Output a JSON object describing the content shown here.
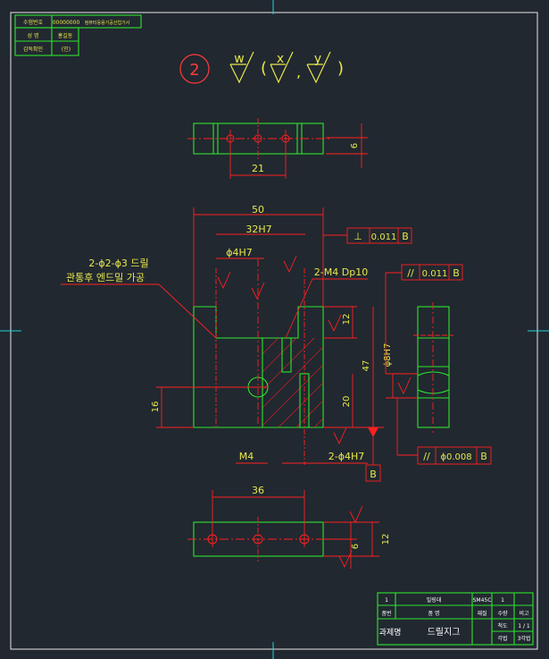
{
  "header_table": {
    "rows": [
      {
        "label": "수험번호",
        "value": "00000000"
      },
      {
        "label": "성 명",
        "value": "홍길동"
      },
      {
        "label": "감독확인",
        "value": "(인)"
      }
    ],
    "top_right": "컴퓨터응용가공산업기사"
  },
  "roughness": {
    "circled": "2",
    "main": "w",
    "list": [
      "x",
      "y"
    ]
  },
  "dimensions": {
    "top_21": "21",
    "top_6": "6",
    "width_50": "50",
    "width_32h7": "32H7",
    "phi4h7_top": "ϕ4H7",
    "drill_note_1": "2-ϕ2-ϕ3 드릴",
    "drill_note_2": "관통후 엔드밀 가공",
    "tap_note": "2-M4 Dp10",
    "dim_12": "12",
    "dim_47": "47",
    "dim_20": "20",
    "dim_16": "16",
    "dim_phi8h7": "ϕ8H7",
    "dim_m4": "M4",
    "dim_2phi4h7": "2-ϕ4H7",
    "dim_36": "36",
    "dim_6b": "6",
    "dim_12b": "12"
  },
  "tolerance_frames": {
    "perp": {
      "symbol": "⊥",
      "value": "0.011",
      "datum": "B"
    },
    "parallel1": {
      "symbol": "//",
      "value": "0.011",
      "datum": "B"
    },
    "parallel2": {
      "symbol": "//",
      "value": "ϕ0.008",
      "datum": "B"
    },
    "datum_box": "B"
  },
  "title_block": {
    "row1": [
      "1",
      "밀링대",
      "SM45C",
      "1"
    ],
    "row2": [
      "품번",
      "품 명",
      "재질",
      "수량",
      "비고"
    ],
    "project_label": "과제명",
    "project_name": "드릴지그",
    "scale_label": "척도",
    "scale_value": "1 / 1",
    "proj_label": "각법",
    "proj_value": "3각법"
  }
}
